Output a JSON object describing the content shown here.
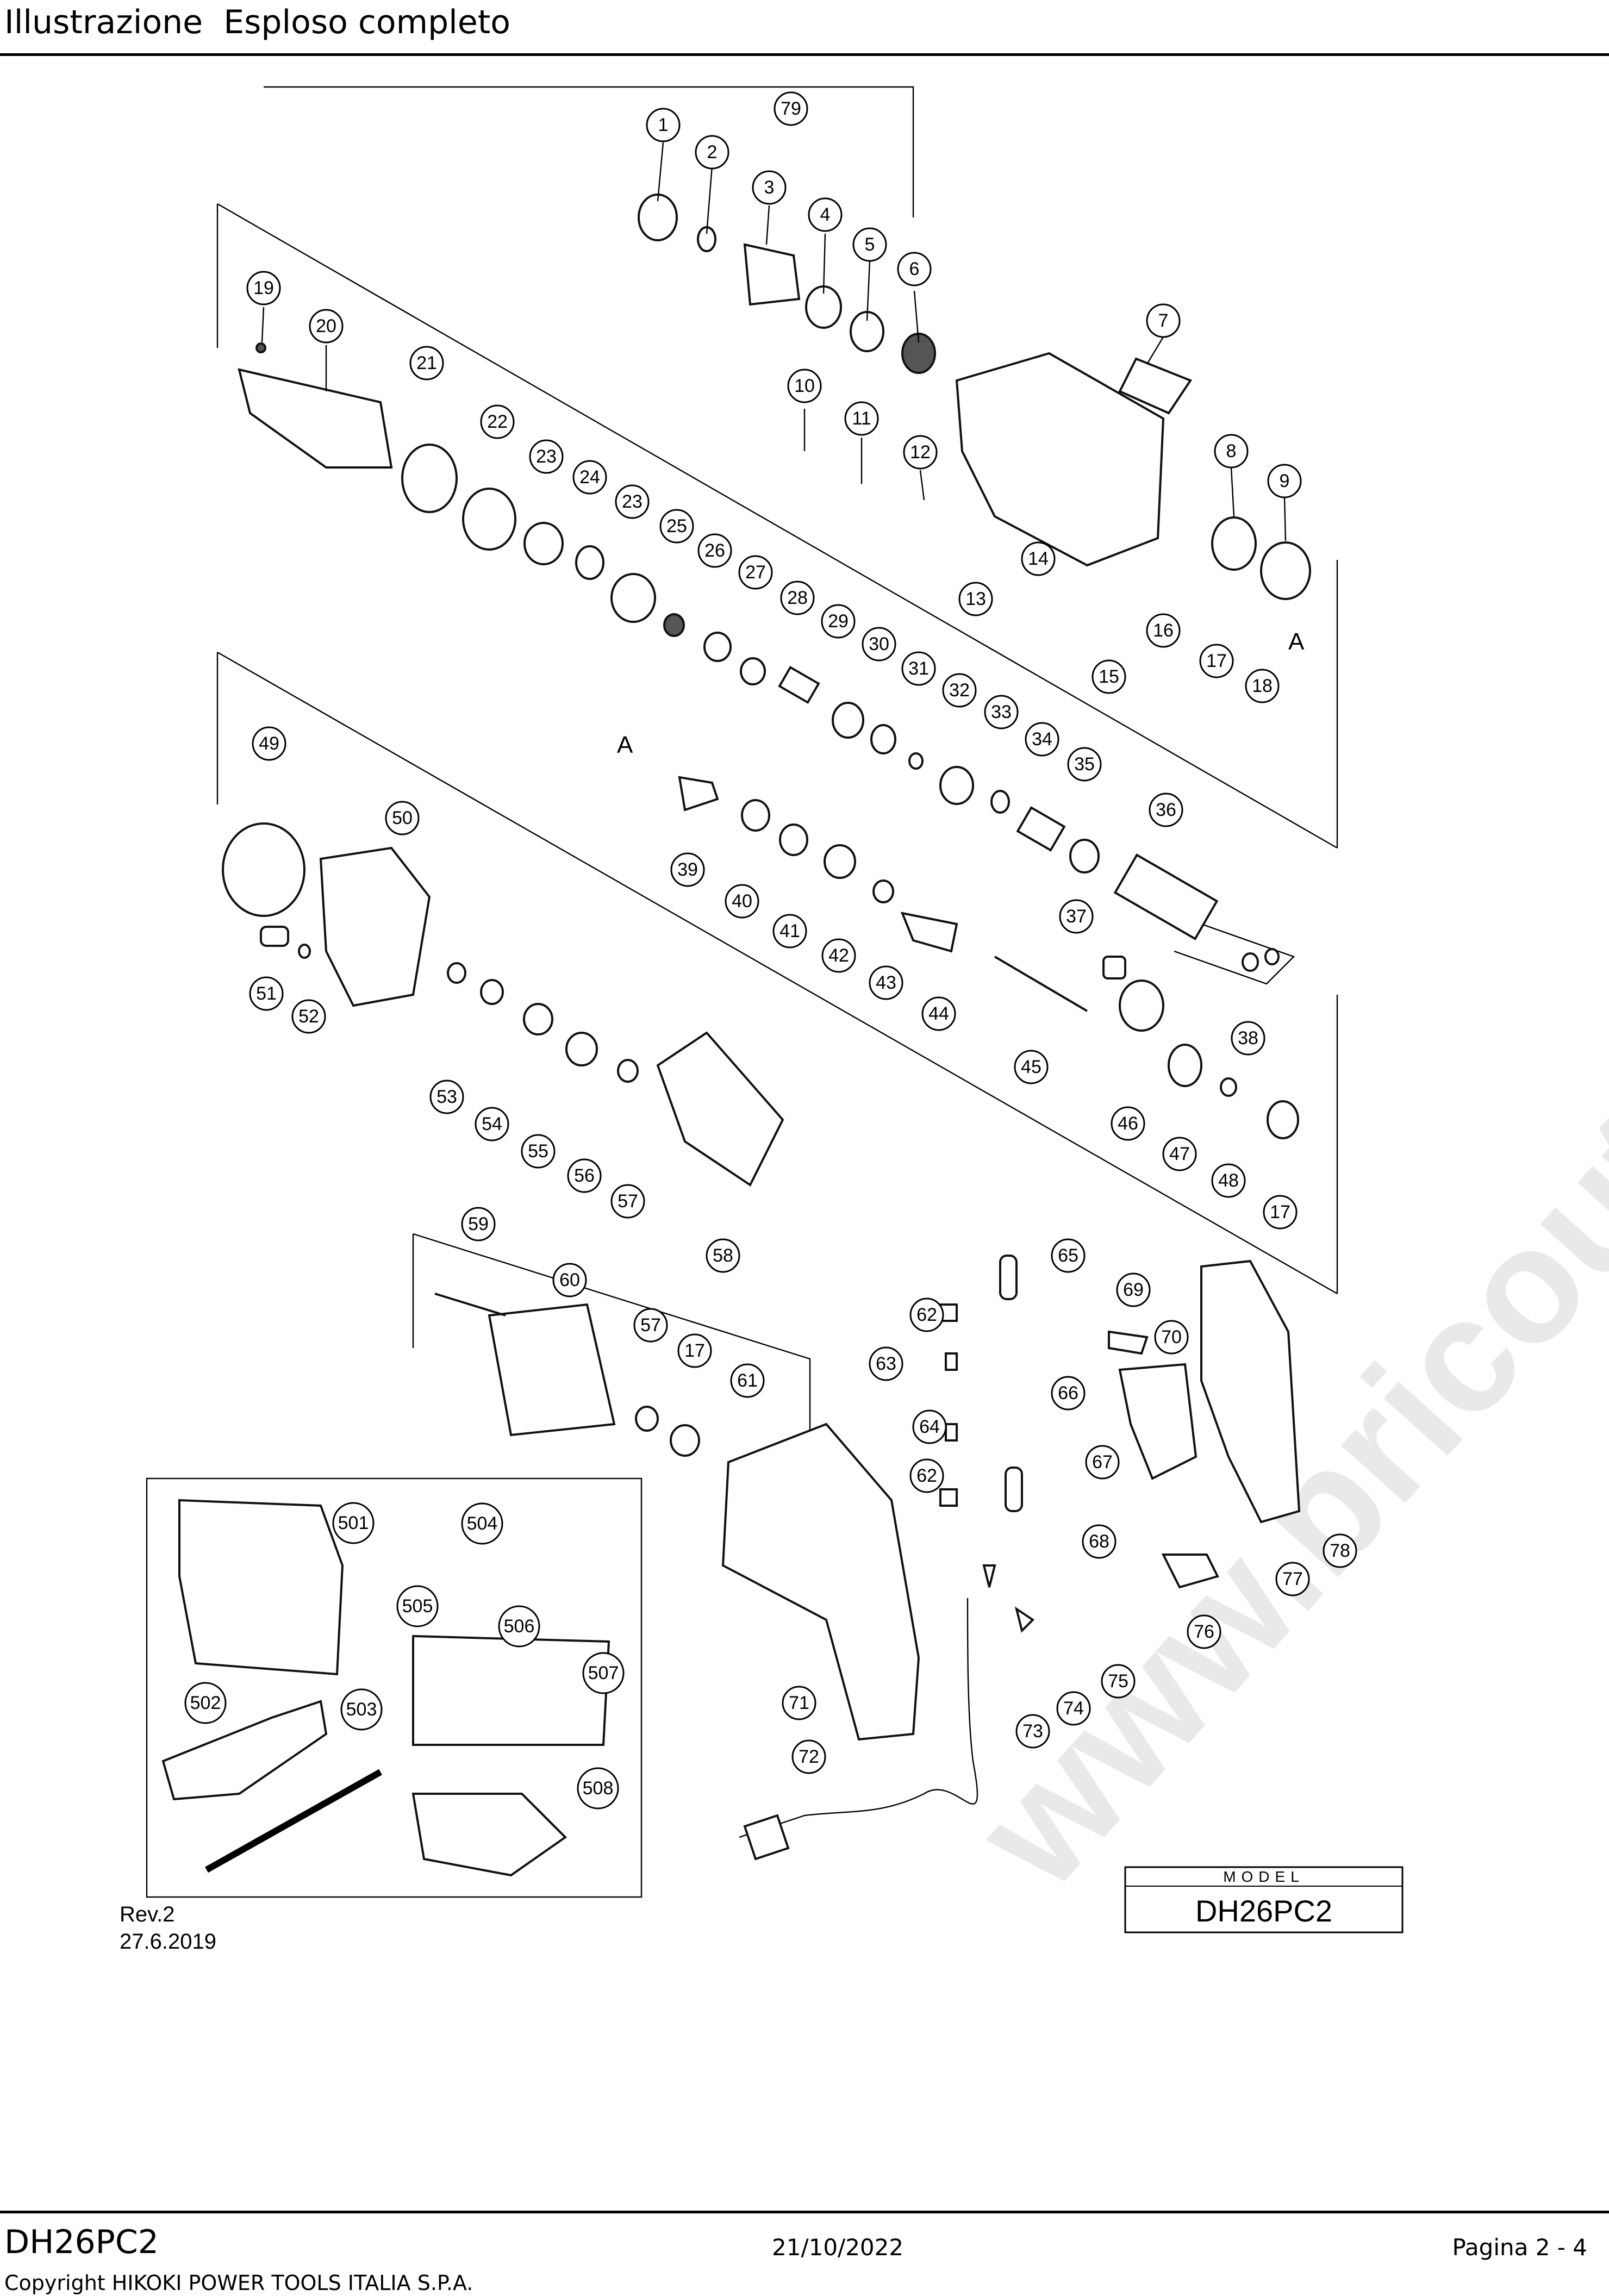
{
  "header": {
    "title": "Illustrazione  Esploso completo"
  },
  "watermark": "www.bricoutensili.com",
  "reference_letter": "A",
  "model_box": {
    "label": "MODEL",
    "value": "DH26PC2"
  },
  "revision": {
    "rev": "Rev.2",
    "date": "27.6.2019"
  },
  "footer": {
    "model": "DH26PC2",
    "date": "21/10/2022",
    "page": "Pagina 2 - 4",
    "copyright": "Copyright HIKOKI POWER TOOLS ITALIA S.P.A."
  },
  "callouts": [
    "1",
    "2",
    "79",
    "3",
    "4",
    "5",
    "6",
    "19",
    "20",
    "7",
    "21",
    "22",
    "10",
    "11",
    "12",
    "8",
    "23",
    "24",
    "9",
    "23",
    "25",
    "13",
    "14",
    "26",
    "27",
    "16",
    "17",
    "28",
    "18",
    "15",
    "29",
    "30",
    "31",
    "32",
    "33",
    "34",
    "49",
    "35",
    "50",
    "36",
    "39",
    "40",
    "41",
    "37",
    "42",
    "43",
    "44",
    "51",
    "52",
    "38",
    "53",
    "45",
    "54",
    "55",
    "56",
    "46",
    "57",
    "47",
    "48",
    "17",
    "58",
    "59",
    "65",
    "60",
    "69",
    "62",
    "57",
    "17",
    "70",
    "61",
    "63",
    "66",
    "64",
    "67",
    "501",
    "504",
    "62",
    "68",
    "78",
    "77",
    "505",
    "506",
    "76",
    "507",
    "75",
    "502",
    "503",
    "74",
    "71",
    "73",
    "72",
    "508"
  ]
}
